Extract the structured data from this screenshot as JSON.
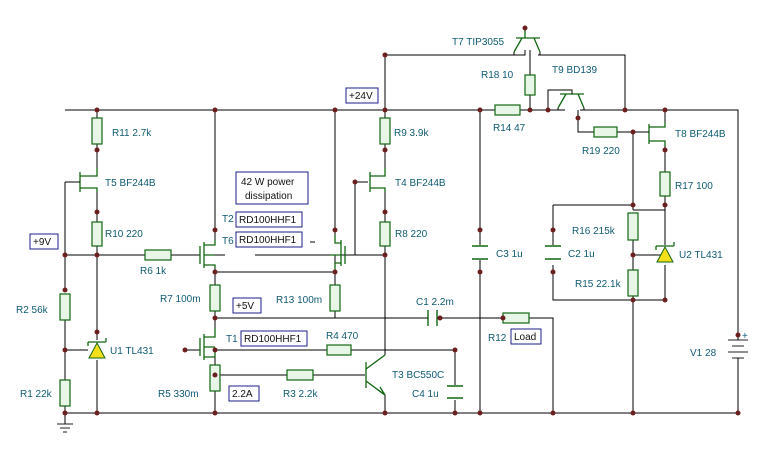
{
  "labels": {
    "t7": "T7 TIP3055",
    "r18": "R18 10",
    "t9": "T9 BD139",
    "r11": "R11 2.7k",
    "r9": "R9 3.9k",
    "r14": "R14 47",
    "t8": "T8 BF244B",
    "r19": "R19 220",
    "t5": "T5 BF244B",
    "t4": "T4 BF244B",
    "r17": "R17 100",
    "t2": "T2",
    "t6": "T6",
    "r10": "R10 220",
    "r8": "R8 220",
    "r16": "R16 215k",
    "c3": "C3 1u",
    "c2": "C2 1u",
    "u2": "U2 TL431",
    "r6": "R6 1k",
    "r15": "R15 22.1k",
    "r7": "R7 100m",
    "r13": "R13 100m",
    "c1": "C1 2.2m",
    "r2": "R2 56k",
    "r12": "R12",
    "t1": "T1",
    "r4": "R4 470",
    "u1": "U1 TL431",
    "v1": "V1 28",
    "r5": "R5 330m",
    "r3": "R3 2.2k",
    "t3": "T3 BC550C",
    "c4": "C4 1u",
    "r1": "R1 22k",
    "plus": "+"
  },
  "boxes": {
    "v24": "+24V",
    "v9": "+9V",
    "v5": "+5V",
    "i22": "2.2A",
    "power_1": "42 W power",
    "power_2": "dissipation",
    "rd_t2": "RD100HHF1",
    "rd_t6": "RD100HHF1",
    "rd_t1": "RD100HHF1",
    "load": "Load"
  }
}
